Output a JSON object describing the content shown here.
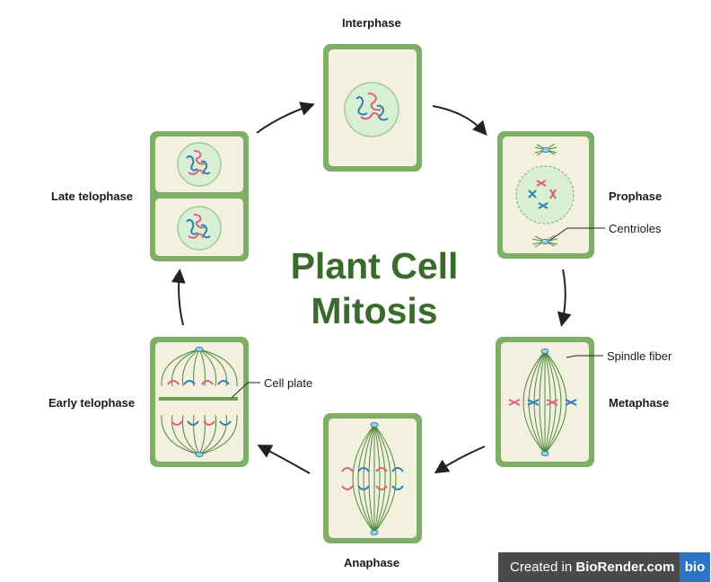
{
  "title_line1": "Plant Cell",
  "title_line2": "Mitosis",
  "stages": {
    "interphase": "Interphase",
    "prophase": "Prophase",
    "metaphase": "Metaphase",
    "anaphase": "Anaphase",
    "early_telophase": "Early telophase",
    "late_telophase": "Late telophase"
  },
  "annotations": {
    "centrioles": "Centrioles",
    "spindle_fiber": "Spindle fiber",
    "cell_plate": "Cell plate"
  },
  "badge": {
    "prefix": "Created in ",
    "brand": "BioRender.com",
    "logo": "bio"
  },
  "colors": {
    "cell_wall": "#7fae65",
    "cytoplasm": "#f3f0df",
    "nucleus": "#d8efd4",
    "chromosome_red": "#e0607a",
    "chromosome_blue": "#2f7fb5",
    "spindle": "#4e8a3a",
    "title": "#3a6b2c"
  }
}
